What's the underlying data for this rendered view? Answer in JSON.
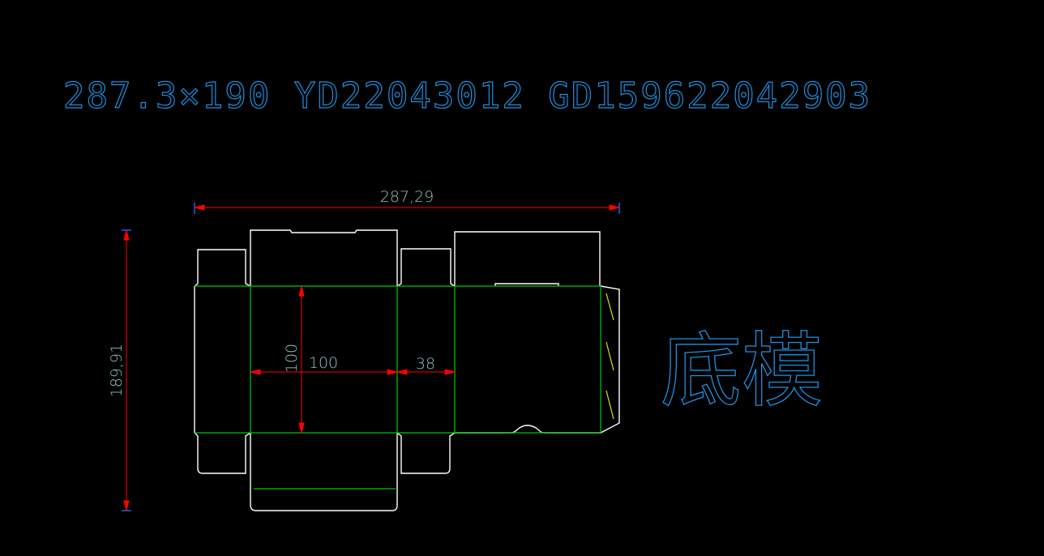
{
  "header": {
    "code": "287.3×190 YD22043012 GD159622042903"
  },
  "dimensions": {
    "overall_width": "287,29",
    "overall_height": "189,91",
    "panel_width": "100",
    "panel_height": "100",
    "side_width": "38"
  },
  "label": {
    "text": "底模"
  },
  "colors": {
    "background": "#000000",
    "cut_line": "#ffffff",
    "fold_line": "#00c800",
    "dimension_line": "#ff0000",
    "dimension_text": "#8fc1c1",
    "header_text": "#1e90e0",
    "label_text": "#1e90e0",
    "glue_mark": "#e0e000"
  }
}
